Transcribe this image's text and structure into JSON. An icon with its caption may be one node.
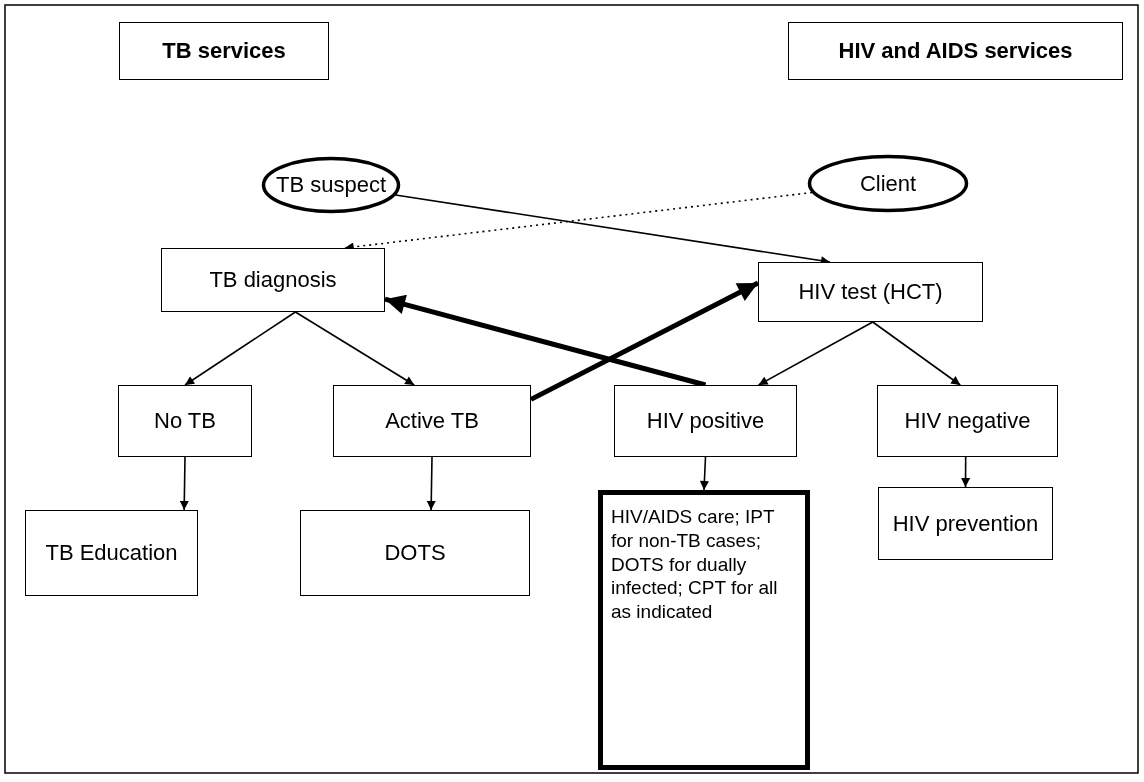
{
  "diagram": {
    "nodes": [
      {
        "text": [
          "TB services"
        ]
      },
      {
        "text": [
          "HIV and AIDS services"
        ]
      },
      {
        "text": [
          "TB suspect"
        ]
      },
      {
        "text": [
          "Client"
        ]
      },
      {
        "text": [
          "TB diagnosis"
        ]
      },
      {
        "text": [
          "HIV test (HCT)"
        ]
      },
      {
        "text": [
          "No TB"
        ]
      },
      {
        "text": [
          "Active TB"
        ]
      },
      {
        "text": [
          "HIV positive"
        ]
      },
      {
        "text": [
          "HIV negative"
        ]
      },
      {
        "text": [
          "TB Education"
        ]
      },
      {
        "text": [
          "DOTS"
        ]
      },
      {
        "text": [
          "HIV/AIDS care; IPT for non-TB cases; DOTS for dually infected; CPT for all as indicated"
        ]
      },
      {
        "text": [
          "HIV prevention"
        ]
      }
    ],
    "edges": [
      {
        "from": 2,
        "to": 5,
        "arrow": "to"
      },
      {
        "from": 3,
        "to": 4,
        "arrow": "to",
        "style": "dashed"
      },
      {
        "from": 4,
        "to": 6,
        "arrow": "to"
      },
      {
        "from": 4,
        "to": 7,
        "arrow": "to"
      },
      {
        "from": 5,
        "to": 8,
        "arrow": "to"
      },
      {
        "from": 5,
        "to": 9,
        "arrow": "to"
      },
      {
        "from": 7,
        "to": 5,
        "arrow": "to",
        "style": "thick"
      },
      {
        "from": 8,
        "to": 4,
        "arrow": "to",
        "style": "thick"
      },
      {
        "from": 6,
        "to": 10,
        "arrow": "to"
      },
      {
        "from": 7,
        "to": 11,
        "arrow": "to"
      },
      {
        "from": 8,
        "to": 12,
        "arrow": "to"
      },
      {
        "from": 9,
        "to": 13,
        "arrow": "to"
      }
    ]
  }
}
